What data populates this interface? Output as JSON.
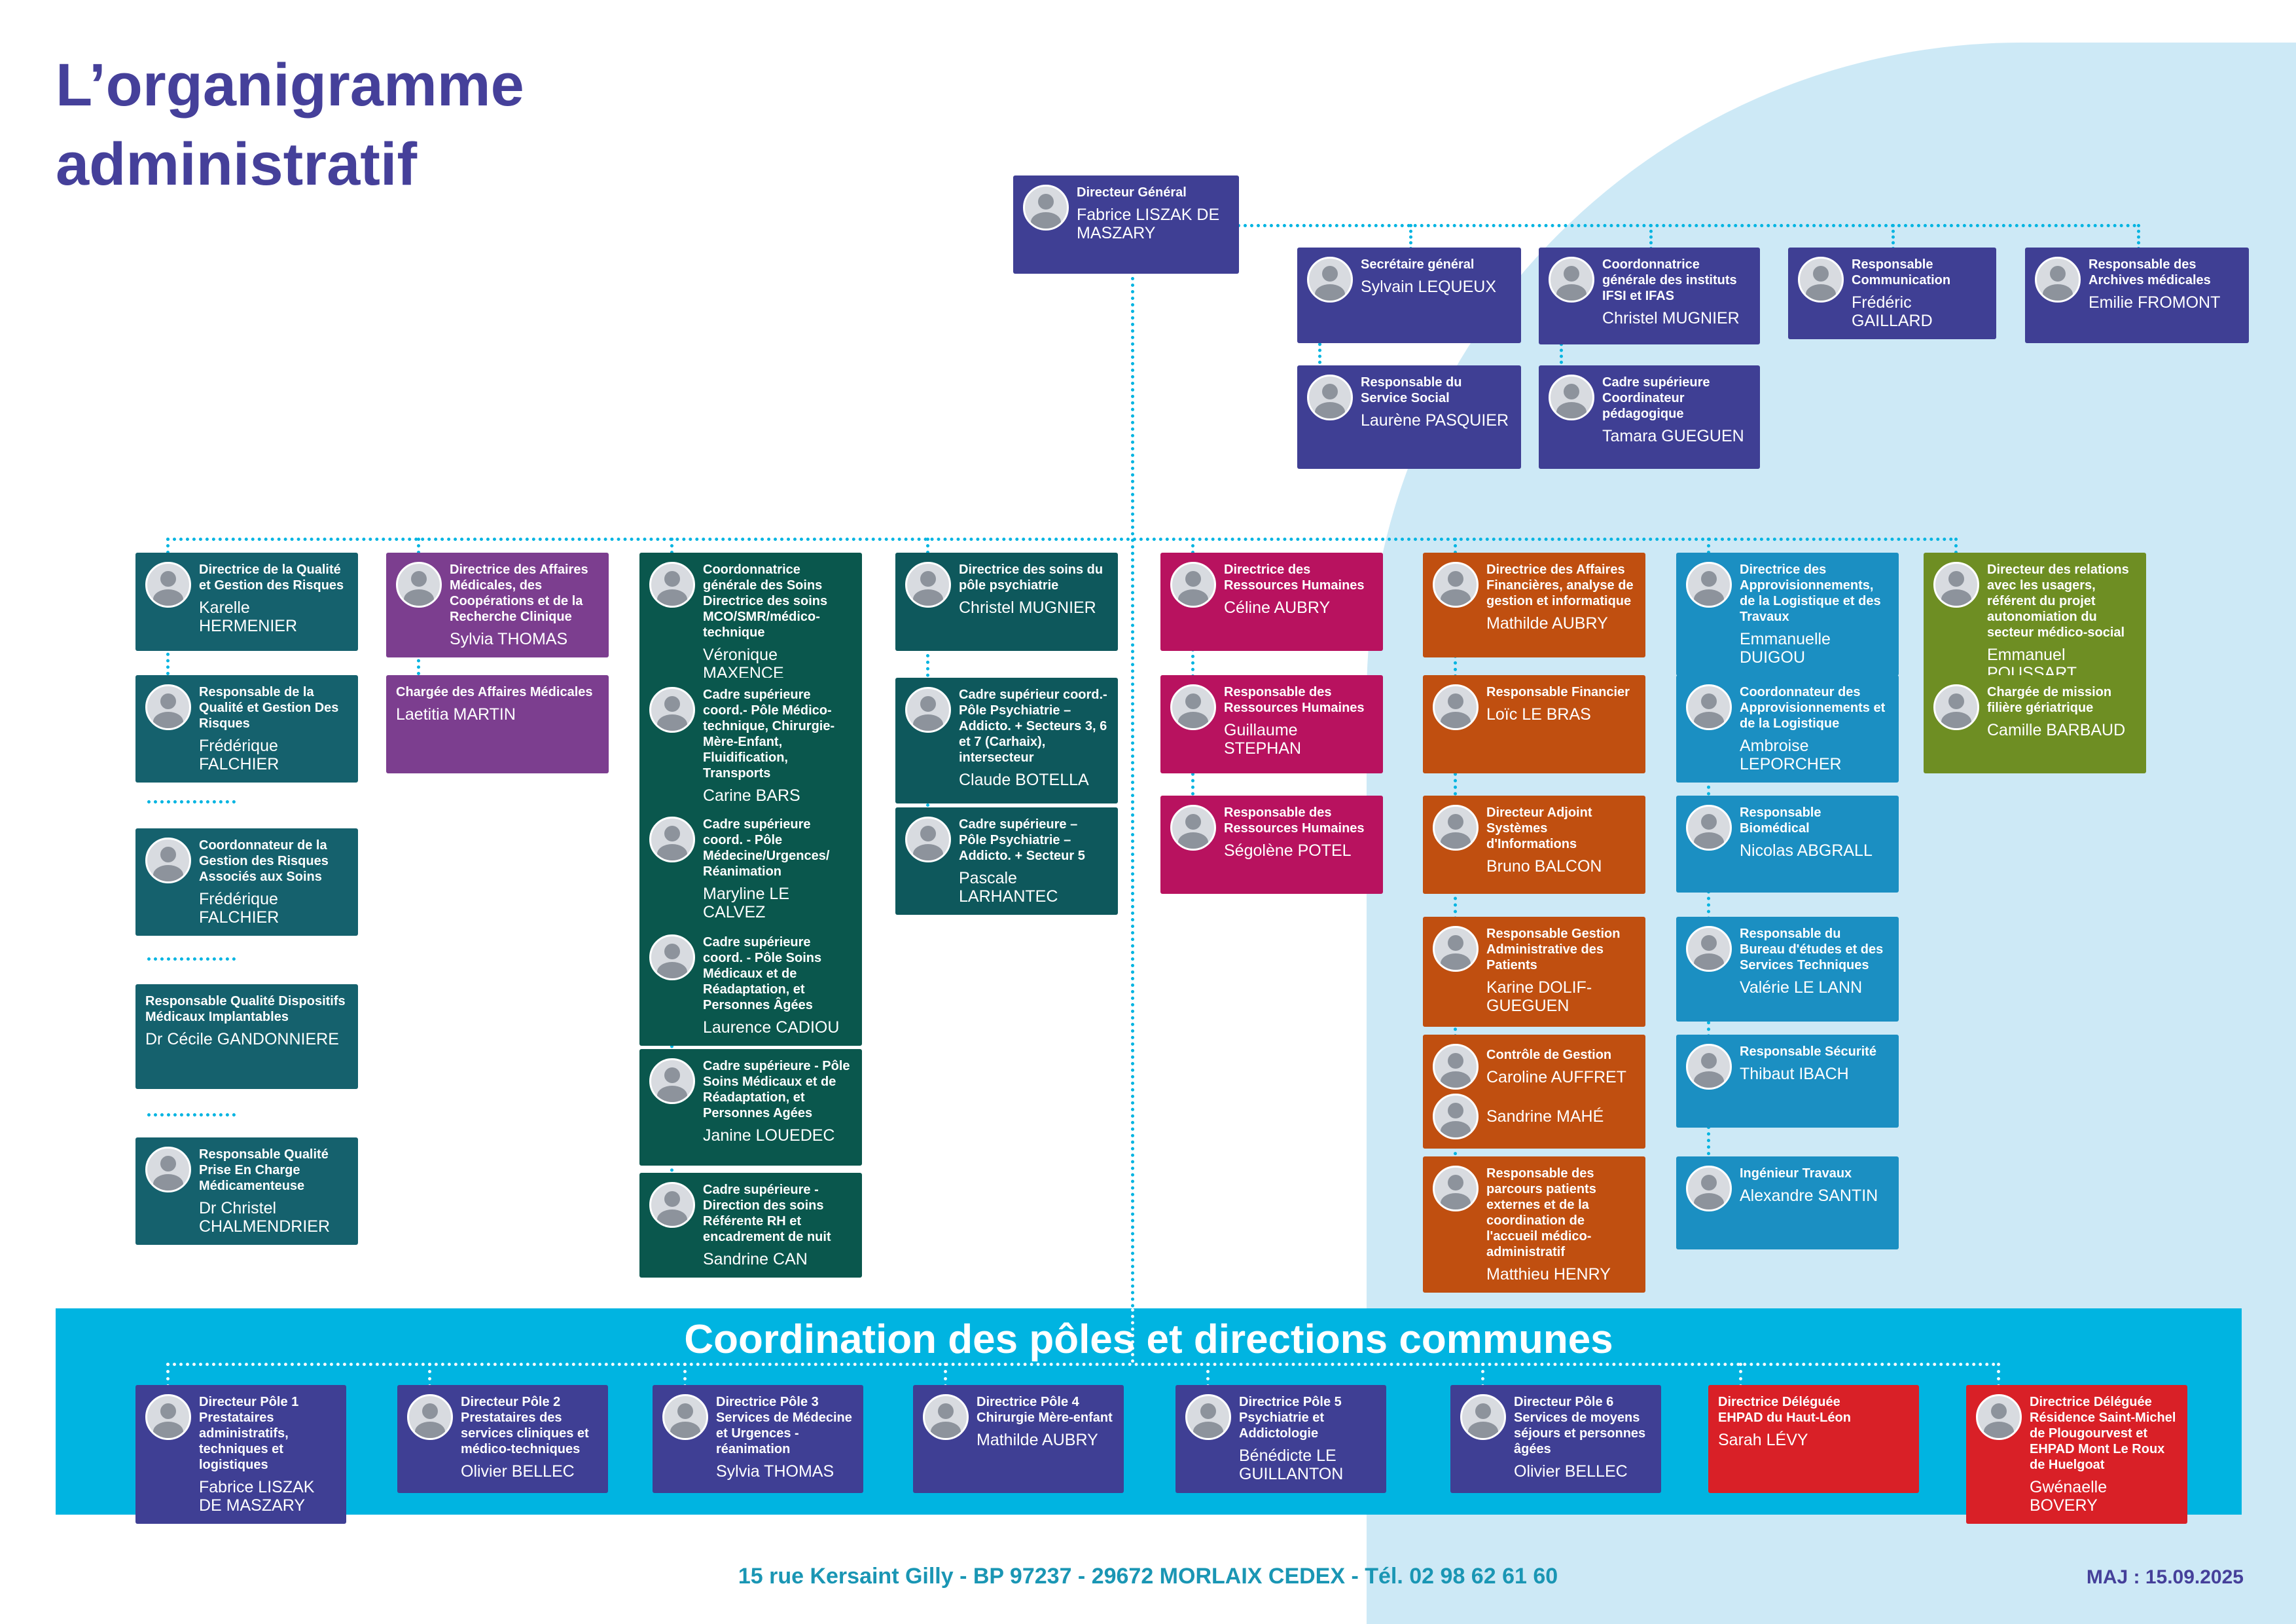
{
  "title": {
    "line1": "L’organigramme",
    "line2": "administratif"
  },
  "root": {
    "role": "Directeur Général",
    "name": "Fabrice LISZAK DE MASZARY"
  },
  "direction": [
    {
      "role": "Secrétaire général",
      "name": "Sylvain LEQUEUX"
    },
    {
      "role": "Coordonnatrice générale des instituts IFSI et IFAS",
      "name": "Christel MUGNIER"
    },
    {
      "role": "Responsable Communication",
      "name": "Frédéric GAILLARD"
    },
    {
      "role": "Responsable des Archives médicales",
      "name": "Emilie FROMONT"
    },
    {
      "role": "Responsable du Service Social",
      "name": "Laurène PASQUIER"
    },
    {
      "role": "Cadre supérieure\nCoordinateur pédagogique",
      "name": "Tamara GUEGUEN"
    }
  ],
  "columns": [
    {
      "dept": "qualite-gestion-risques",
      "color": "#15616d",
      "boxes": [
        {
          "role": "Directrice de la Qualité et Gestion des Risques",
          "name": "Karelle HERMENIER"
        },
        {
          "role": "Responsable de la Qualité et Gestion Des Risques",
          "name": "Frédérique FALCHIER"
        },
        {
          "role": "Coordonnateur de la Gestion des Risques Associés aux Soins",
          "name": "Frédérique FALCHIER"
        },
        {
          "role": "Responsable Qualité Dispositifs Médicaux Implantables",
          "name": "Dr Cécile GANDONNIERE"
        },
        {
          "role": "Responsable Qualité Prise En Charge Médicamenteuse",
          "name": "Dr Christel CHALMENDRIER"
        }
      ]
    },
    {
      "dept": "affaires-medicales",
      "color": "#7c3e8f",
      "boxes": [
        {
          "role": "Directrice des Affaires Médicales, des Coopérations et de la Recherche Clinique",
          "name": "Sylvia THOMAS"
        },
        {
          "role": "Chargée des Affaires Médicales",
          "name": "Laetitia MARTIN"
        }
      ]
    },
    {
      "dept": "soins",
      "color": "#0a574d",
      "boxes": [
        {
          "role": "Coordonnatrice générale des Soins\nDirectrice des soins MCO/SMR/médico-technique",
          "name": "Véronique MAXENCE"
        },
        {
          "role": "Cadre supérieure coord.- Pôle Médico-technique, Chirurgie-Mère-Enfant, Fluidification, Transports",
          "name": "Carine BARS"
        },
        {
          "role": "Cadre supérieure coord. - Pôle Médecine/Urgences/ Réanimation",
          "name": "Maryline LE CALVEZ"
        },
        {
          "role": "Cadre supérieure coord. - Pôle Soins Médicaux et de Réadaptation, et Personnes Âgées",
          "name": "Laurence CADIOU"
        },
        {
          "role": "Cadre supérieure - Pôle Soins Médicaux et de Réadaptation, et Personnes Agées",
          "name": "Janine LOUEDEC"
        },
        {
          "role": "Cadre supérieure - Direction des soins Référente RH et encadrement de nuit",
          "name": "Sandrine CAN"
        }
      ]
    },
    {
      "dept": "soins-psychiatrie",
      "color": "#0e585c",
      "boxes": [
        {
          "role": "Directrice des soins du pôle psychiatrie",
          "name": "Christel MUGNIER"
        },
        {
          "role": "Cadre supérieur coord.- Pôle Psychiatrie – Addicto. + Secteurs 3, 6 et 7 (Carhaix), intersecteur",
          "name": "Claude BOTELLA"
        },
        {
          "role": "Cadre supérieure – Pôle Psychiatrie – Addicto. + Secteur 5",
          "name": "Pascale LARHANTEC"
        }
      ]
    },
    {
      "dept": "ressources-humaines",
      "color": "#b8125f",
      "boxes": [
        {
          "role": "Directrice des Ressources Humaines",
          "name": "Céline AUBRY"
        },
        {
          "role": "Responsable des Ressources Humaines",
          "name": "Guillaume STEPHAN"
        },
        {
          "role": "Responsable des Ressources Humaines",
          "name": "Ségolène POTEL"
        }
      ]
    },
    {
      "dept": "affaires-financieres",
      "color": "#c04f10",
      "boxes": [
        {
          "role": "Directrice des Affaires Financières, analyse de gestion et informatique",
          "name": "Mathilde AUBRY"
        },
        {
          "role": "Responsable Financier",
          "name": "Loïc LE BRAS"
        },
        {
          "role": "Directeur Adjoint Systèmes d'Informations",
          "name": "Bruno BALCON"
        },
        {
          "role": "Responsable Gestion Administrative des Patients",
          "name": "Karine DOLIF-GUEGUEN"
        },
        {
          "role": "Contrôle de Gestion",
          "name": "Caroline AUFFRET",
          "name2": "Sandrine MAHÉ"
        },
        {
          "role": "Responsable des parcours patients externes et de la coordination de l'accueil médico-administratif",
          "name": "Matthieu HENRY"
        }
      ]
    },
    {
      "dept": "approvisionnements-logistique-travaux",
      "color": "#1b8fc2",
      "boxes": [
        {
          "role": "Directrice des Approvisionnements, de la Logistique et des Travaux",
          "name": "Emmanuelle DUIGOU"
        },
        {
          "role": "Coordonnateur des Approvisionnements et de la Logistique",
          "name": "Ambroise LEPORCHER"
        },
        {
          "role": "Responsable Biomédical",
          "name": "Nicolas ABGRALL"
        },
        {
          "role": "Responsable du Bureau d'études et des Services Techniques",
          "name": "Valérie LE LANN"
        },
        {
          "role": "Responsable Sécurité",
          "name": "Thibaut IBACH"
        },
        {
          "role": "Ingénieur Travaux",
          "name": "Alexandre SANTIN"
        }
      ]
    },
    {
      "dept": "relations-usagers",
      "color": "#6e8e23",
      "boxes": [
        {
          "role": "Directeur des relations avec les usagers, référent du projet autonomiation du secteur médico-social",
          "name": "Emmanuel POUSSART"
        },
        {
          "role": "Chargée de mission filière gériatrique",
          "name": "Camille BARBAUD"
        }
      ]
    }
  ],
  "coordination": {
    "title": "Coordination des pôles et directions communes",
    "poles": [
      {
        "role": "Directeur Pôle 1\nPrestataires administratifs, techniques et logistiques",
        "name": "Fabrice LISZAK DE MASZARY"
      },
      {
        "role": "Directeur Pôle 2\nPrestataires des services cliniques et médico-techniques",
        "name": "Olivier BELLEC"
      },
      {
        "role": "Directrice Pôle 3\nServices de Médecine et Urgences - réanimation",
        "name": "Sylvia THOMAS"
      },
      {
        "role": "Directrice Pôle 4\nChirurgie Mère-enfant",
        "name": "Mathilde AUBRY"
      },
      {
        "role": "Directrice Pôle 5\nPsychiatrie et Addictologie",
        "name": "Bénédicte LE GUILLANTON"
      },
      {
        "role": "Directeur Pôle 6\nServices de moyens séjours et personnes âgées",
        "name": "Olivier BELLEC"
      },
      {
        "role": "Directrice Déléguée\nEHPAD du Haut-Léon",
        "name": "Sarah LÉVY"
      },
      {
        "role": "Directrice Déléguée\nRésidence Saint-Michel de Plougourvest et EHPAD Mont Le Roux de Huelgoat",
        "name": "Gwénaelle BOVERY"
      }
    ]
  },
  "footer": {
    "address": "15 rue Kersaint Gilly - BP 97237 - 29672 MORLAIX CEDEX - Tél. 02 98 62 61 60",
    "maj": "MAJ : 15.09.2025"
  },
  "colors": {
    "indigo": "#3f3f94",
    "teal": "#15616d",
    "purple": "#7c3e8f",
    "green": "#0a574d",
    "green2": "#0e585c",
    "magenta": "#b8125f",
    "orange": "#c04f10",
    "blue": "#1b8fc2",
    "olive": "#6e8e23",
    "red": "#d92027",
    "band": "#00b4e1",
    "background_shape": "#cde9f6",
    "title": "#45409a",
    "footer": "#1a96b4",
    "connector": "#00b4e1"
  }
}
